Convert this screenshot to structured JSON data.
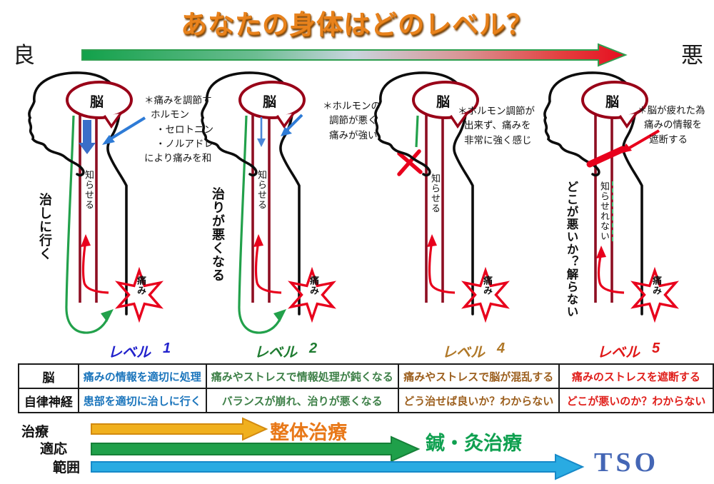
{
  "title": "あなたの身体はどのレベル？",
  "axis": {
    "good": "良",
    "bad": "悪",
    "gradient_start": "#12a14a",
    "gradient_end": "#e60d1e"
  },
  "figures": [
    {
      "brain": "脳",
      "annotation": [
        "＊痛みを調節す",
        "ホルモン",
        "・セロトニン",
        "・ノルアドレ",
        "により痛みを和"
      ],
      "side_text": "治しに行く",
      "cord_text": "知らせる",
      "pain_text": "痛み",
      "level_label": "レベル",
      "level_number": "1",
      "level_color": "#2222cc"
    },
    {
      "brain": "脳",
      "annotation": [
        "＊ホルモンの",
        "調節が悪く",
        "痛みが強い"
      ],
      "side_text": "治りが悪くなる",
      "cord_text": "知らせる",
      "pain_text": "痛み",
      "level_label": "レベル",
      "level_number": "2",
      "level_color": "#1e7b30"
    },
    {
      "brain": "脳",
      "annotation": [
        "＊ホルモン調節が",
        "出来ず、痛みを",
        "非常に強く感じ"
      ],
      "side_text": "",
      "cord_text": "知らせる",
      "pain_text": "痛み",
      "level_label": "レベル",
      "level_number": "4",
      "level_color": "#b07828"
    },
    {
      "brain": "脳",
      "annotation": [
        "＊脳が疲れた為",
        "痛みの情報を",
        "遮断する"
      ],
      "side_text": "どこが悪いか？解らない",
      "cord_text": "知らせれない",
      "pain_text": "痛み",
      "level_label": "レベル",
      "level_number": "5",
      "level_color": "#e01818"
    }
  ],
  "table": {
    "row_headers": [
      "脳",
      "自律神経"
    ],
    "rows": [
      [
        "痛みの情報を適切に処理",
        "痛みやストレスで情報処理が鈍くなる",
        "痛みやストレスで脳が混乱する",
        "痛みのストレスを遮断する"
      ],
      [
        "患部を適切に治しに行く",
        "バランスが崩れ、治りが悪くなる",
        "どう治せば良いか？わからない",
        "どこが悪いのか？わからない"
      ]
    ],
    "column_colors": [
      "#1b75bc",
      "#3e8048",
      "#9c5f1e",
      "#e0201c"
    ]
  },
  "treatment": {
    "row_labels": [
      "治療",
      "適応",
      "範囲"
    ],
    "arrows": [
      {
        "label": "整体治療",
        "color": "#e87818",
        "arrow_color": "#f0b01e"
      },
      {
        "label": "鍼・灸治療",
        "color": "#0fa050",
        "arrow_color": "#1fa04a"
      },
      {
        "label": "TSO",
        "color": "#4466b5",
        "arrow_color": "#29abe2"
      }
    ]
  }
}
